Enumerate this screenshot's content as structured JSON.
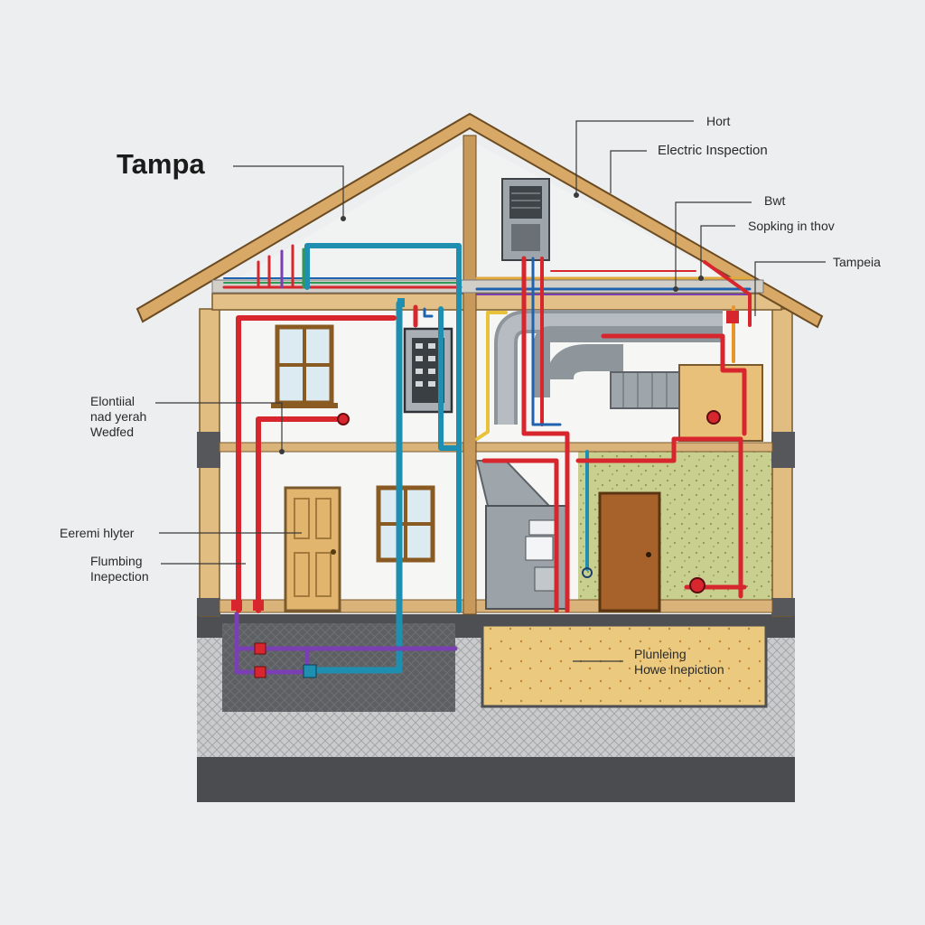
{
  "diagram": {
    "title": "Tampa",
    "labels": {
      "top_right_1": "Hort",
      "top_right_2": "Electric Inspection",
      "top_right_3": "Bwt",
      "top_right_4": "Sopking in thov",
      "top_right_5": "Tampeia",
      "left_1": "Elontiial\nnad yerah\nWedfed",
      "left_2": "Eeremi hlyter",
      "left_3": "Flumbing\nInepection",
      "crawlspace": "Plunleing\nHowe Inepiction"
    },
    "colors": {
      "hot_pipe": "#d8262e",
      "cold_pipe": "#1e8fb0",
      "drain_pipe": "#7a3fb2",
      "gas_pipe": "#e8c23a",
      "framing": "#e2bd82",
      "roof": "#d8a866",
      "foundation": "#8d8f92",
      "insulation": "#c8cf8c",
      "crawl_fill": "#e9c77d",
      "duct": "#9aa1a7",
      "door": "#e2b56e"
    }
  }
}
